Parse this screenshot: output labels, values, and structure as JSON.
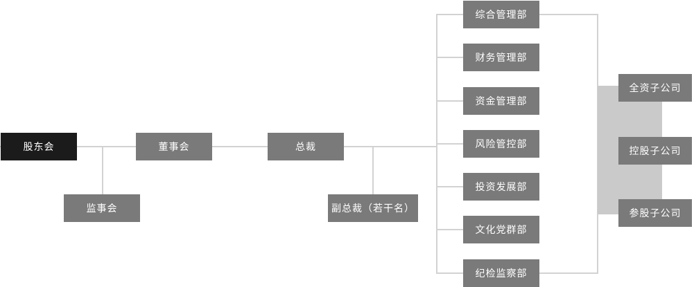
{
  "colors": {
    "background": "#ffffff",
    "node_fill": "#7a7a7a",
    "node_fill_highlight": "#1b1b1b",
    "node_text": "#ffffff",
    "connector": "#d2d2d2",
    "group_block": "#cacaca"
  },
  "org": {
    "governance": {
      "shareholders_meeting": "股东会",
      "supervisory_board": "监事会",
      "board_of_directors": "董事会",
      "president": "总裁",
      "vice_presidents": "副总裁（若干名）"
    },
    "departments": [
      "综合管理部",
      "财务管理部",
      "资金管理部",
      "风险管控部",
      "投资发展部",
      "文化党群部",
      "纪检监察部"
    ],
    "subsidiaries": [
      "全资子公司",
      "控股子公司",
      "参股子公司"
    ]
  }
}
